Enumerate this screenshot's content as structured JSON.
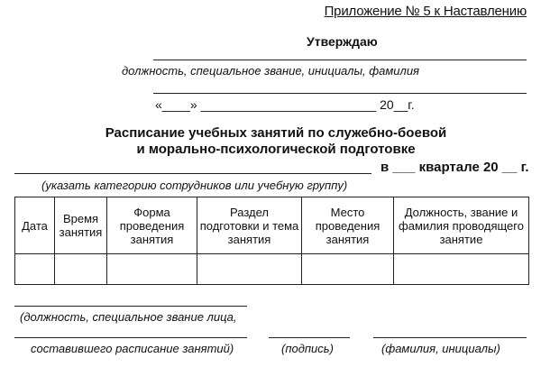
{
  "header": {
    "appendix": "Приложение № 5 к Наставлению",
    "approve": "Утверждаю",
    "approver_caption": "должность, специальное звание, инициалы, фамилия",
    "date_line": "«____» _________________________ 20__г."
  },
  "title": {
    "line1": "Расписание учебных занятий по служебно-боевой",
    "line2": "и морально-психологической подготовке",
    "quarter": "в ___ квартале 20 __ г.",
    "group_caption": "(указать категорию сотрудников или учебную группу)"
  },
  "table": {
    "headers": [
      "Дата",
      "Время занятия",
      "Форма проведения занятия",
      "Раздел подготовки и тема занятия",
      "Место проведения занятия",
      "Должность, звание и фамилия проводящего занятие"
    ],
    "rows": [
      [
        "",
        "",
        "",
        "",
        "",
        ""
      ]
    ]
  },
  "footer": {
    "author_caption_1": "(должность, специальное звание лица,",
    "author_caption_2": "составившего расписание занятий)",
    "signature_caption": "(подпись)",
    "name_caption": "(фамилия, инициалы)"
  }
}
